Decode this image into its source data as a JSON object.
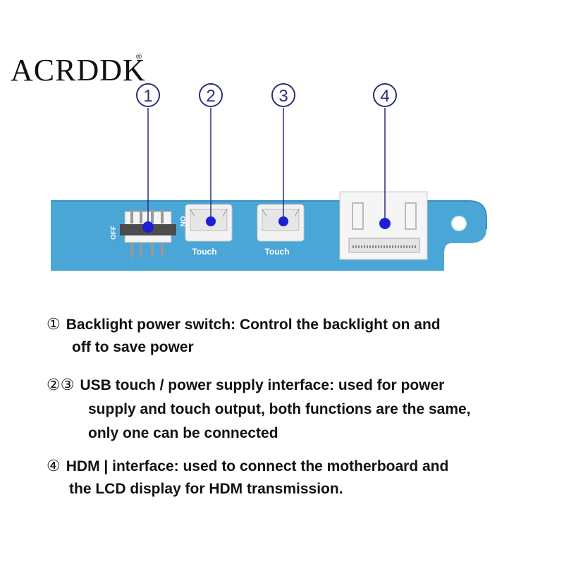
{
  "brand": {
    "name": "ACRDDK",
    "reg": "®"
  },
  "callouts": [
    {
      "label": "1",
      "symbol": "①"
    },
    {
      "label": "2",
      "symbol": "②"
    },
    {
      "label": "3",
      "symbol": "③"
    },
    {
      "label": "4",
      "symbol": "④"
    }
  ],
  "board": {
    "switch_off": "OFF",
    "switch_on": "ON",
    "port2_label": "Touch",
    "port3_label": "Touch",
    "colors": {
      "pcb": "#4aa6d6",
      "marker": "#1b1fd6",
      "callout": "#2b2f7a"
    }
  },
  "descriptions": [
    {
      "marks": "①",
      "lines": [
        "Backlight power switch: Control the backlight on and",
        "off to save power"
      ]
    },
    {
      "marks": "②③",
      "lines": [
        "USB touch / power supply interface: used for power",
        "supply and touch output, both functions are the same,",
        "only one can be connected"
      ]
    },
    {
      "marks": "④",
      "lines": [
        "HDM | interface: used to connect the motherboard and",
        "the LCD display for HDM transmission."
      ]
    }
  ]
}
